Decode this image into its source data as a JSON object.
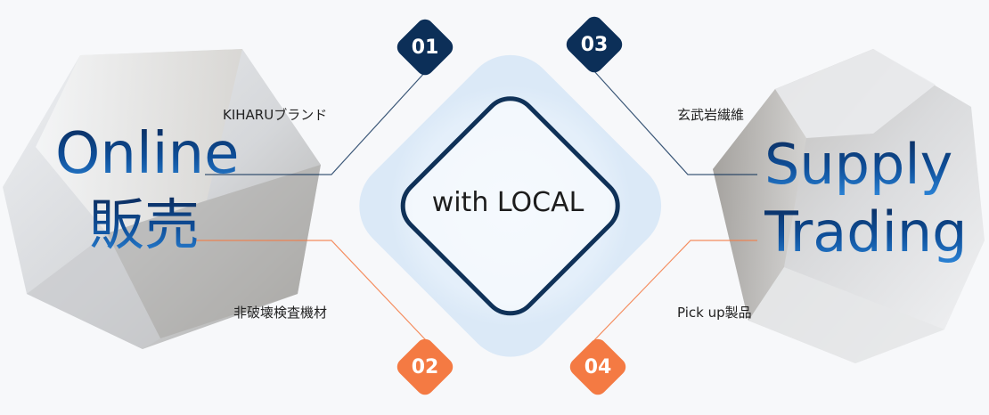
{
  "left_block": {
    "line1": "Online",
    "line2": "販売"
  },
  "right_block": {
    "line1": "Supply",
    "line2": "Trading"
  },
  "center": {
    "text": "with LOCAL"
  },
  "items": [
    {
      "number": "01",
      "label": "KIHARUブランド",
      "color": "#0c2f58"
    },
    {
      "number": "02",
      "label": "非破壊検査機材",
      "color": "#f47a43"
    },
    {
      "number": "03",
      "label": "玄武岩繊維",
      "color": "#0c2f58"
    },
    {
      "number": "04",
      "label": "Pick up製品",
      "color": "#f47a43"
    }
  ],
  "colors": {
    "dark_accent": "#0c2f58",
    "orange_accent": "#f47a43",
    "center_glow": "#e6f1fb"
  }
}
